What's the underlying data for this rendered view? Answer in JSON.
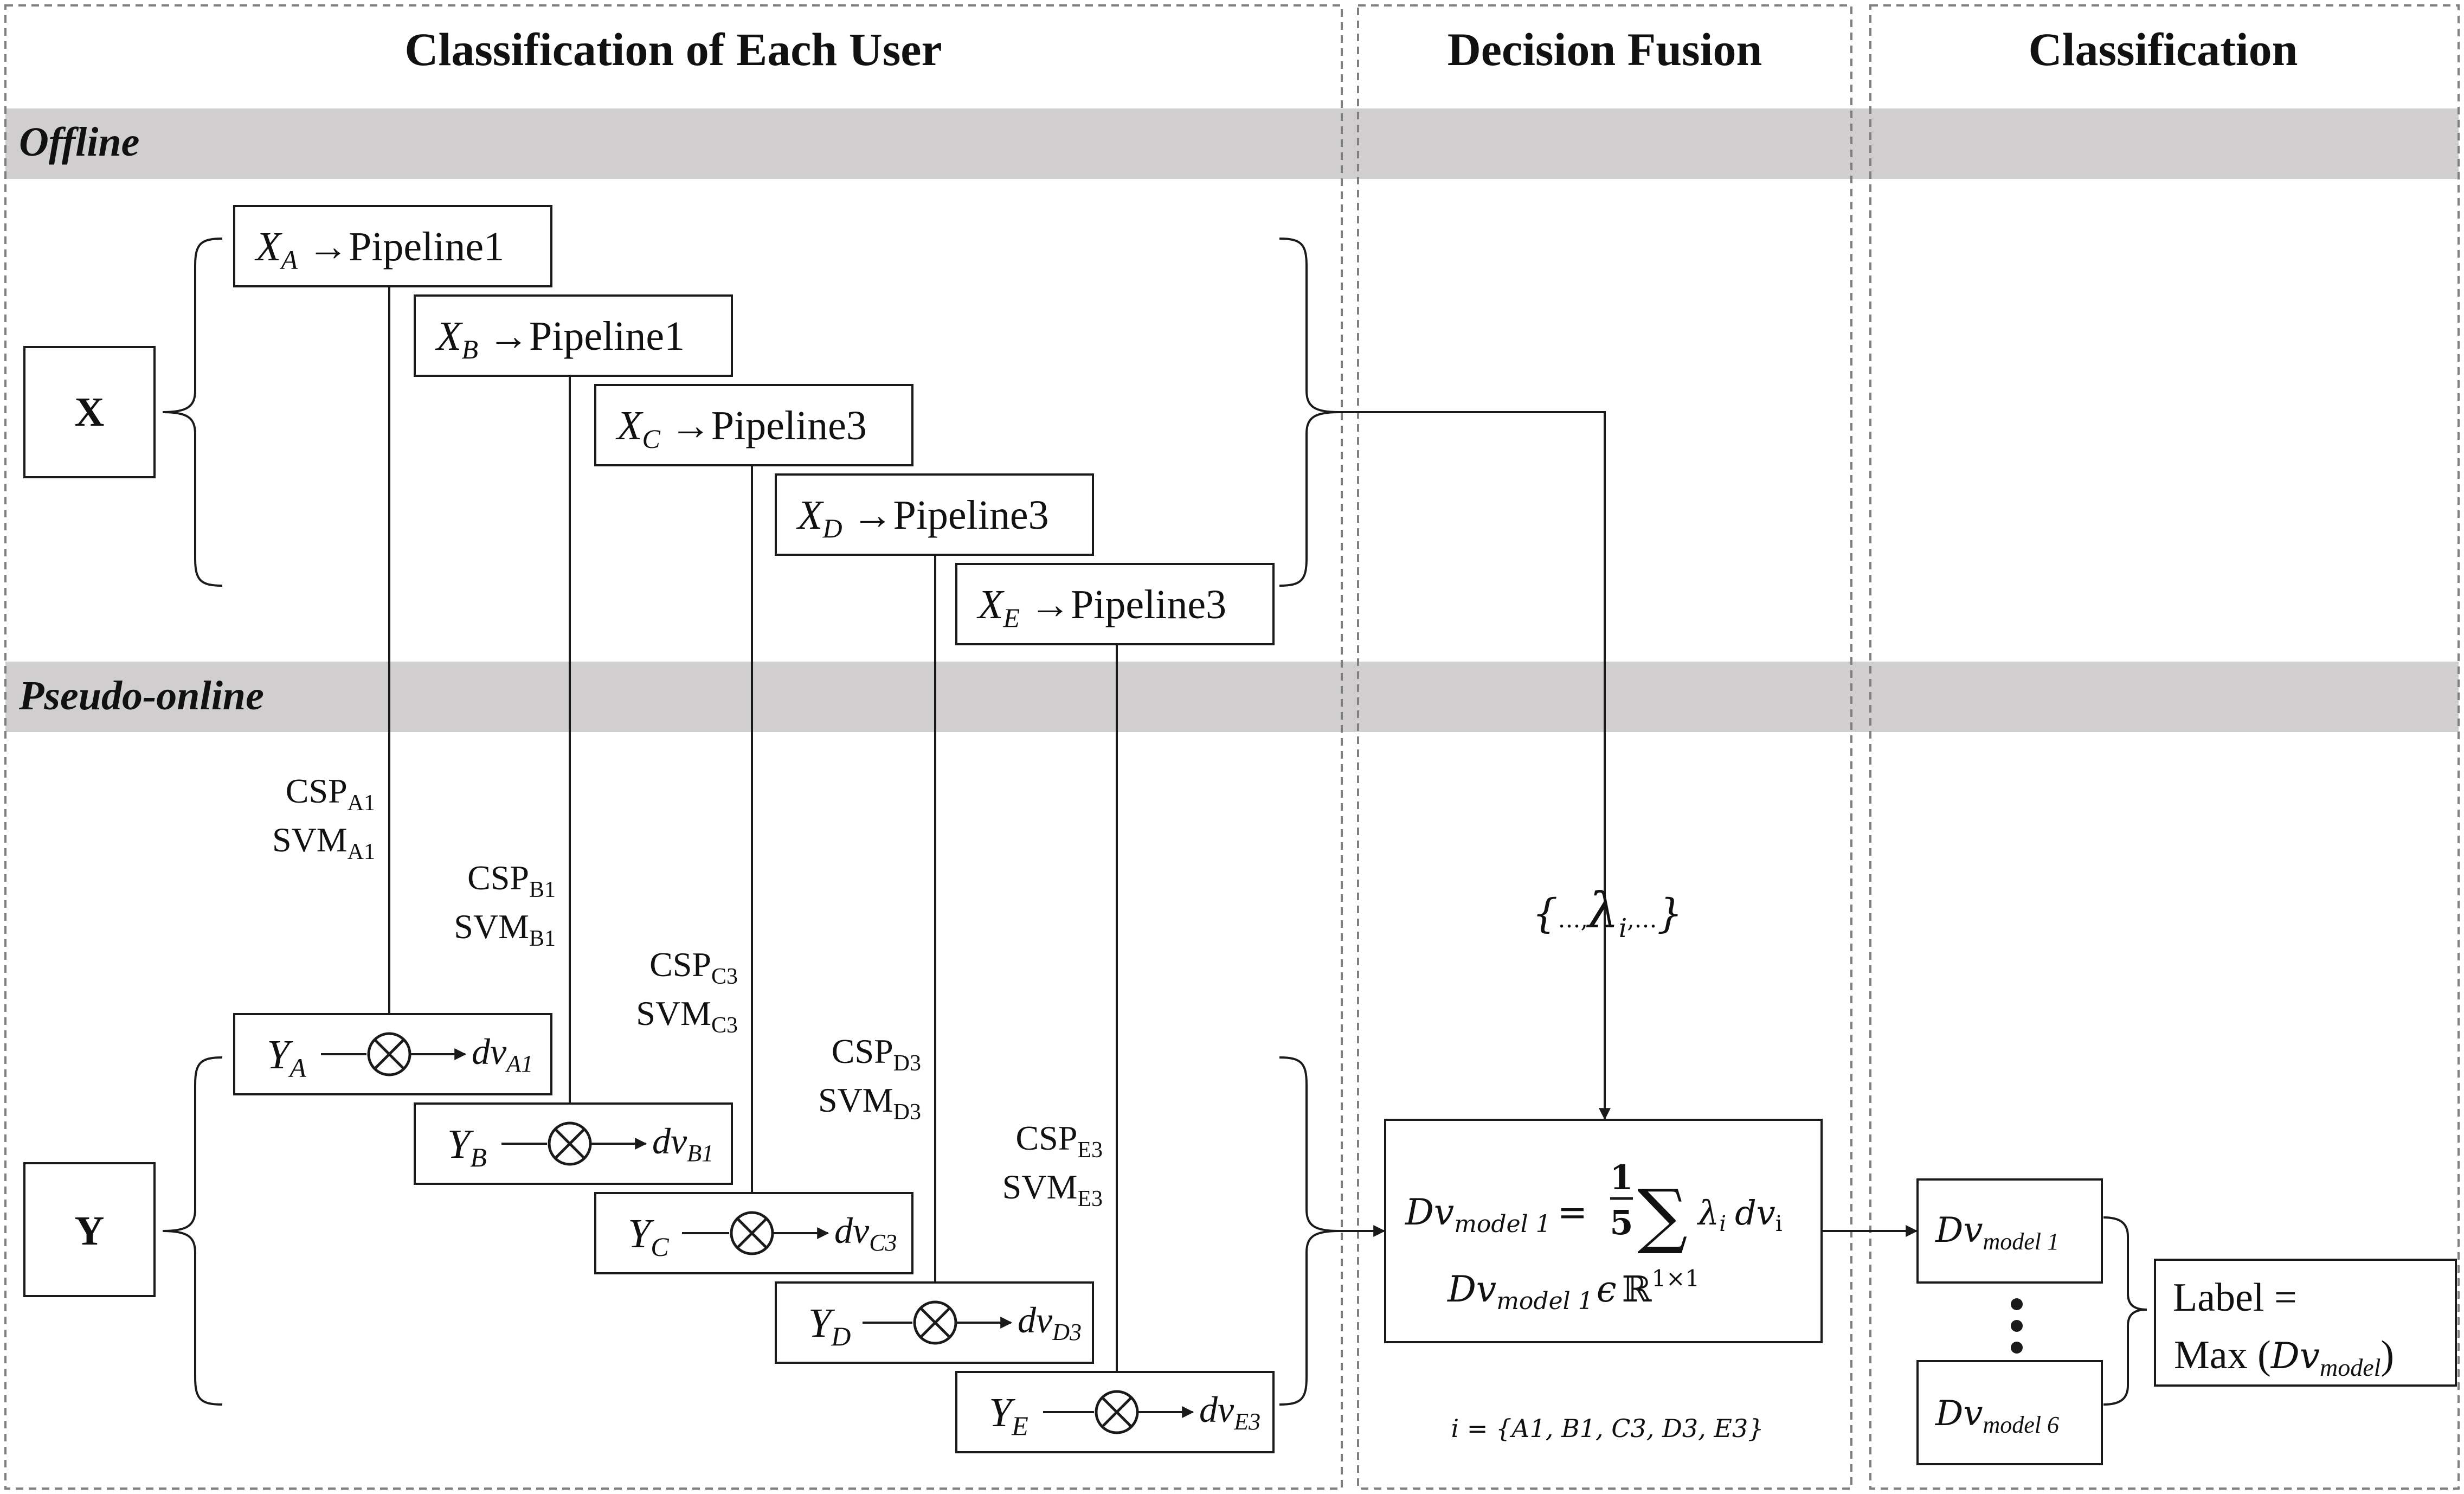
{
  "columns": {
    "classification_each_user": "Classification of Each User",
    "decision_fusion": "Decision Fusion",
    "classification": "Classification"
  },
  "bands": {
    "offline": "Offline",
    "pseudo_online": "Pseudo-online"
  },
  "inputs": {
    "x": "X",
    "y": "Y"
  },
  "arrow_glyph": "→",
  "multiply_glyph": "⊗",
  "users": [
    {
      "train_var": "X",
      "test_var": "Y",
      "sub": "A",
      "pipeline": "Pipeline1",
      "csp": "CSP",
      "svm": "SVM",
      "model_sub": "A1",
      "dv": "dv",
      "dv_sub": "A1"
    },
    {
      "train_var": "X",
      "test_var": "Y",
      "sub": "B",
      "pipeline": "Pipeline1",
      "csp": "CSP",
      "svm": "SVM",
      "model_sub": "B1",
      "dv": "dv",
      "dv_sub": "B1"
    },
    {
      "train_var": "X",
      "test_var": "Y",
      "sub": "C",
      "pipeline": "Pipeline3",
      "csp": "CSP",
      "svm": "SVM",
      "model_sub": "C3",
      "dv": "dv",
      "dv_sub": "C3"
    },
    {
      "train_var": "X",
      "test_var": "Y",
      "sub": "D",
      "pipeline": "Pipeline3",
      "csp": "CSP",
      "svm": "SVM",
      "model_sub": "D3",
      "dv": "dv",
      "dv_sub": "D3"
    },
    {
      "train_var": "X",
      "test_var": "Y",
      "sub": "E",
      "pipeline": "Pipeline3",
      "csp": "CSP",
      "svm": "SVM",
      "model_sub": "E3",
      "dv": "dv",
      "dv_sub": "E3"
    }
  ],
  "fusion": {
    "lambda_set": {
      "open": "{",
      "dots_left": "…,",
      "lambda": "λ",
      "lambda_sub": "i",
      "dots_right": ",…",
      "close": "}"
    },
    "formula": {
      "dv": "Dv",
      "model_sub": "model 1",
      "equals": "=",
      "num": "1",
      "den": "5",
      "sigma": "∑",
      "lambda": "λ",
      "lambda_sub": "i",
      "dv_small": "dv",
      "dv_small_sub": "i"
    },
    "membership": {
      "dv": "Dv",
      "model_sub": "model 1",
      "in": "ϵ",
      "reals": "ℝ",
      "dims": "1×1"
    },
    "index_set": "i = {A1, B1, C3, D3, E3}"
  },
  "classification": {
    "dv_first": {
      "dv": "Dv",
      "sub": "model 1"
    },
    "dv_last": {
      "dv": "Dv",
      "sub": "model 6"
    },
    "label_line1": "Label =",
    "label_line2_prefix": "Max (",
    "label_dv": "Dv",
    "label_dv_sub": "model",
    "label_line2_suffix": ")"
  },
  "colors": {
    "band_fill": "#d0cece",
    "line": "#1a1a1a",
    "dash": "#7f7f7f",
    "text": "#111111"
  }
}
